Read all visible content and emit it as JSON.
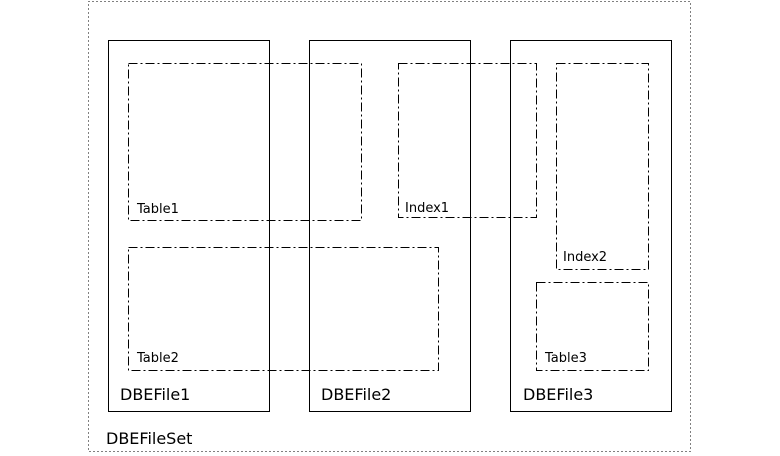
{
  "diagram": {
    "fileset_label": "DBEFileSet",
    "files": [
      {
        "label": "DBEFile1"
      },
      {
        "label": "DBEFile2"
      },
      {
        "label": "DBEFile3"
      }
    ],
    "objects": {
      "table1": "Table1",
      "table2": "Table2",
      "table3": "Table3",
      "index1": "Index1",
      "index2": "Index2"
    },
    "line_color": "#000000"
  }
}
